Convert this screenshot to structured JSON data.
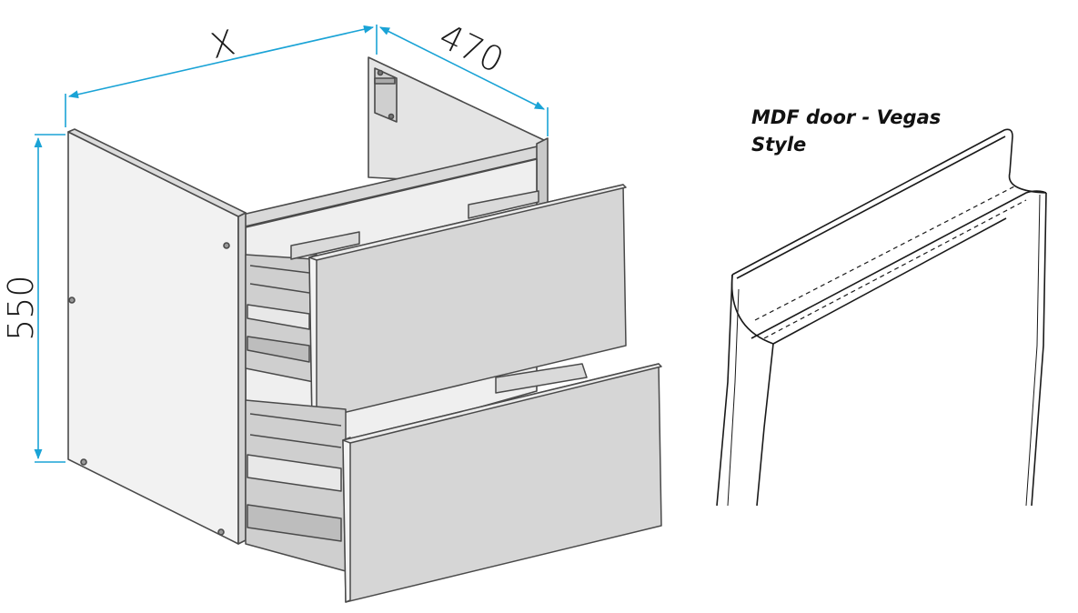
{
  "dimensions": {
    "width_label": "X",
    "depth_label": "470",
    "height_label": "550"
  },
  "caption": {
    "line1": "MDF door - Vegas",
    "line2": "Style"
  },
  "colors": {
    "dimension_line": "#1aa3d6",
    "outline": "#4a4a4a",
    "panel_light": "#e6e6e6",
    "panel_mid": "#d2d2d2",
    "panel_dark": "#b9b9b9"
  },
  "icons": [
    "arrow-icon",
    "mounting-bracket-icon"
  ]
}
